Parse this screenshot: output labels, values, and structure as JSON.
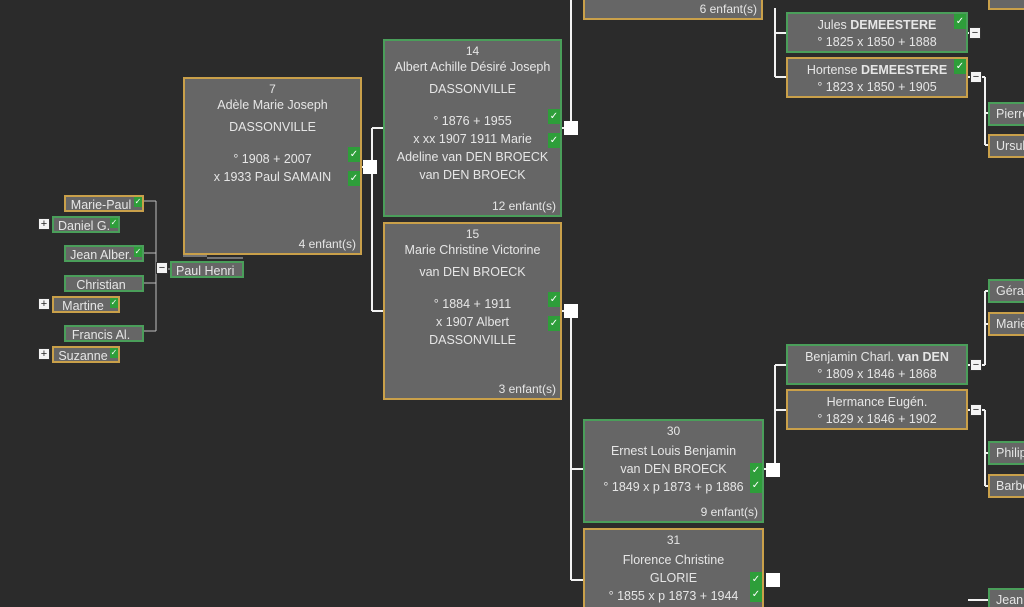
{
  "tree": {
    "p7": {
      "num": "7",
      "name1": "Adèle Marie Joseph",
      "name2": "DASSONVILLE",
      "dates": "° 1908   + 2007",
      "marriage": "x 1933 Paul SAMAIN",
      "children": "4 enfant(s)"
    },
    "p14": {
      "num": "14",
      "name1": "Albert Achille Désiré Joseph",
      "name2": "DASSONVILLE",
      "dates": "° 1876   + 1955",
      "marriage1": "x xx 1907 1911 Marie",
      "marriage2": "Adeline van DEN BROECK",
      "marriage3": "van DEN BROECK",
      "children": "12 enfant(s)"
    },
    "p15": {
      "num": "15",
      "name1": "Marie Christine Victorine",
      "name2": "van DEN BROECK",
      "dates": "° 1884   + 1911",
      "marriage1": "x 1907 Albert",
      "marriage2": "DASSONVILLE",
      "children": "3 enfant(s)"
    },
    "p30": {
      "num": "30",
      "name1": "Ernest Louis Benjamin",
      "name2": "van DEN BROECK",
      "dates": "° 1849   x p 1873   + p 1886",
      "children": "9 enfant(s)"
    },
    "p31": {
      "num": "31",
      "name1": "Florence Christine",
      "name2": "GLORIE",
      "dates": "° 1855   x p 1873   + 1944"
    },
    "top_children": "6 enfant(s)",
    "jules": {
      "given": "Jules ",
      "surname": "DEMEESTERE",
      "dates": "° 1825   x 1850   + 1888"
    },
    "hortense": {
      "given": "Hortense ",
      "surname": "DEMEESTERE",
      "dates": "° 1823   x 1850   + 1905"
    },
    "benjamin": {
      "given": "Benjamin Charl. ",
      "surname": "van DEN",
      "dates": "° 1809   x 1846   + 1868"
    },
    "hermance": {
      "given": "Hermance Eugén.",
      "surname": "",
      "dates": "° 1829   x 1846   + 1902"
    },
    "descendants": {
      "marie_paul": "Marie-Paul",
      "daniel": "Daniel G.",
      "jean_albert": "Jean Alber.",
      "christian": "Christian",
      "martine": "Martine",
      "francis": "Francis Al.",
      "suzanne": "Suzanne",
      "paul_henri": "Paul Henri"
    },
    "edge": {
      "pierre": "Pierre",
      "ursule": "Ursul",
      "gerard": "Géra",
      "marie": "Marie",
      "philippe": "Philip",
      "barbe": "Barbe",
      "jean": "Jean"
    },
    "symbols": {
      "check": "✓",
      "plus": "+",
      "minus": "−"
    }
  },
  "colors": {
    "background": "#2b2b2b",
    "box": "#666666",
    "male_border": "#4a9e5a",
    "female_border": "#c9a04a",
    "check_green": "#2e9e3a"
  }
}
